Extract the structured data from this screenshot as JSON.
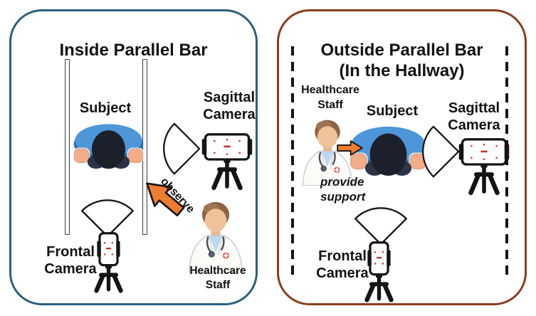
{
  "left_panel": {
    "title": "Inside Parallel Bar",
    "border_color": "#2A5F80",
    "subject_label": "Subject",
    "sagittal_camera_label": "Sagittal\nCamera",
    "frontal_camera_label": "Frontal\nCamera",
    "observe_label": "observe",
    "healthcare_staff_label": "Healthcare\nStaff"
  },
  "right_panel": {
    "title": "Outside Parallel Bar\n(In the Hallway)",
    "border_color": "#8A3D1C",
    "healthcare_staff_label": "Healthcare\nStaff",
    "subject_label": "Subject",
    "provide_support_label": "provide\nsupport",
    "sagittal_camera_label": "Sagittal\nCamera",
    "frontal_camera_label": "Frontal\nCamera"
  },
  "colors": {
    "arrow_orange": "#ED7D31",
    "subject_shirt_blue": "#4D96D8",
    "outline_black": "#161616"
  },
  "icons": {
    "subject": "person-top-down-view",
    "healthcare_staff": "doctor-with-stethoscope",
    "camera": "smartphone-on-tripod",
    "fov": "camera-field-of-view-fan",
    "observe_arrow": "block-arrow-up-left",
    "support_arrow": "block-arrow-right"
  }
}
